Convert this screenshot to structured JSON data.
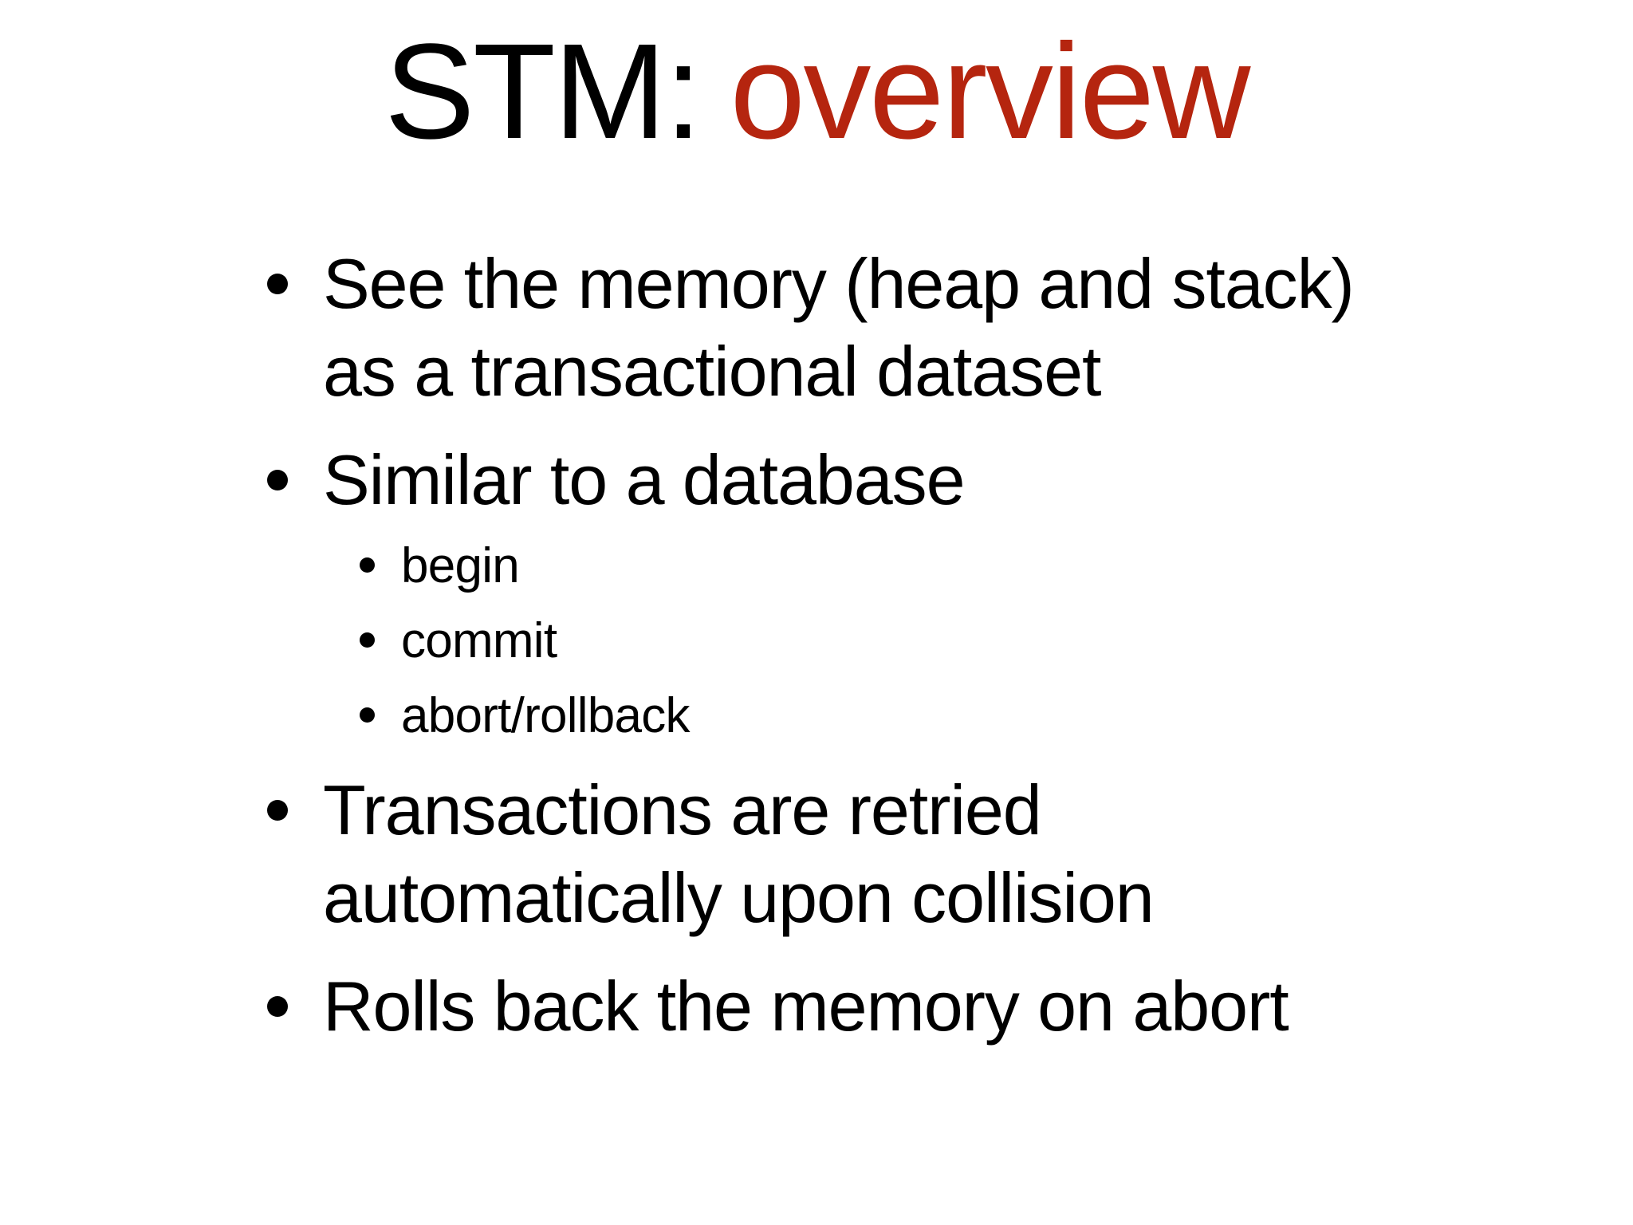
{
  "slide": {
    "background": "#ffffff",
    "text_color": "#000000",
    "accent_red": "#b5250f",
    "title": {
      "prefix": "STM:",
      "highlight": "overview"
    },
    "bullets": [
      {
        "level": 1,
        "lines": [
          "See the memory (heap and stack)",
          "as a transactional dataset"
        ]
      },
      {
        "level": 1,
        "lines": [
          "Similar to a database"
        ],
        "children": [
          "begin",
          "commit",
          "abort/rollback"
        ]
      },
      {
        "level": 1,
        "lines": [
          "Transactions are retried",
          "automatically upon collision"
        ]
      },
      {
        "level": 1,
        "lines": [
          "Rolls back the memory on abort"
        ]
      }
    ]
  }
}
